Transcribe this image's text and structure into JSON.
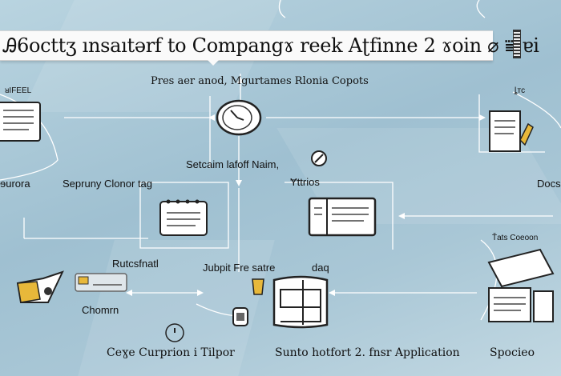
{
  "banner": {
    "title": "Ꭿ6octtʒ ınsaıtərf to Compangɤ reek   Aʈfinne 2 ɤoin ⌀ ⩸ ɐi"
  },
  "labels": {
    "top_center": "Pres aer anod,  Mgurtames  Rlonia   Copots",
    "top_left": "ᴚIFEEL",
    "top_right": "ȴᴛc",
    "left_mid": "ɘurora",
    "left_center": "Sepruny Clonor  tag",
    "center_mid": "Setcaim lafoff Naim,",
    "center_sub": "Ɏttrios",
    "right_mid": "Docs",
    "right_small": "Ťats Coeoon",
    "lower_left": "Rutcsfnatl",
    "lower_center": "Jubpit Fre satre",
    "lower_center_b": "daq",
    "chomm": "Chomrn",
    "bottom_left": "Ceɣe Curprion  i   Tilpor",
    "bottom_center": "Sunto hotfort  2.  fnsr Application",
    "bottom_right": "Spocieo"
  },
  "icons": {
    "top_left": "document-stack-icon",
    "center_top": "stopwatch-icon",
    "right_top": "clipboard-pencil-icon",
    "center_left": "notebook-icon",
    "center_mid": "open-folder-icon",
    "gear": "gear-icon",
    "lower_left": "shopping-bag-icon",
    "card": "credit-card-icon",
    "cup": "cup-icon",
    "jar": "jar-icon",
    "folders": "folder-stack-icon",
    "documents": "documents-pile-icon",
    "timer": "timer-icon"
  },
  "colors": {
    "background": "#a8c8d8",
    "line": "#ffffff",
    "ink": "#111111",
    "accent": "#e8b83a"
  }
}
